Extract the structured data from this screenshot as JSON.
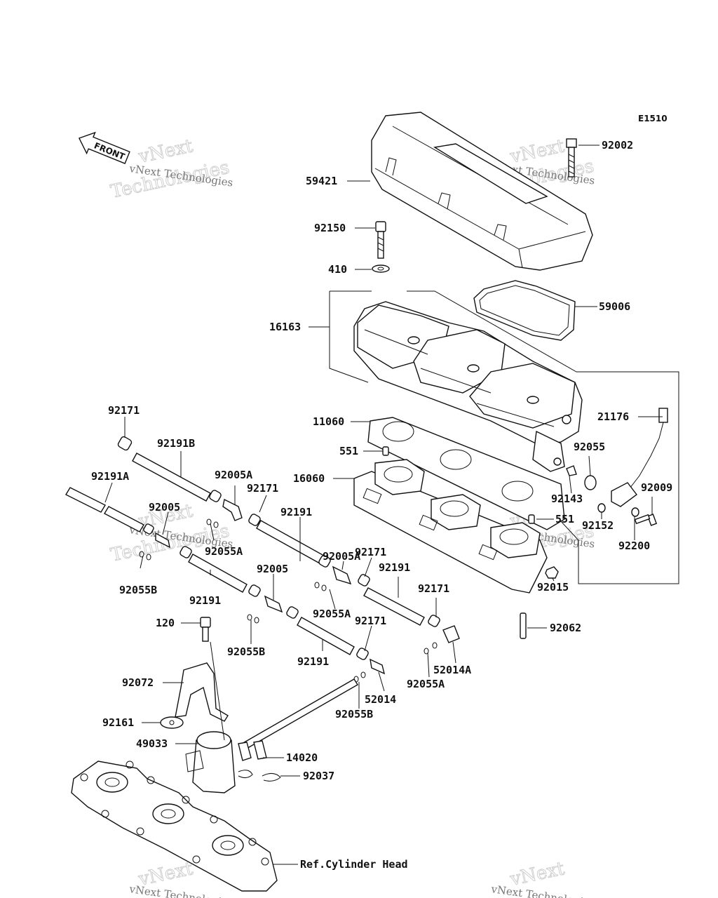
{
  "diagram_code": "E1510",
  "front_label": "FRONT",
  "watermark": {
    "line1": "vNext",
    "line2": "Technologies",
    "small": "vNext Technologies"
  },
  "reference_label": "Ref.Cylinder Head",
  "parts": [
    "92002",
    "59421",
    "92150",
    "410",
    "59006",
    "16163",
    "11060",
    "21176",
    "551",
    "551",
    "16060",
    "92171",
    "92191B",
    "92191A",
    "92005A",
    "92171",
    "92005",
    "92055A",
    "92191",
    "92055B",
    "92005A",
    "92171",
    "92191",
    "92005",
    "92191",
    "92055A",
    "92055B",
    "92171",
    "92191",
    "92171",
    "52014A",
    "52014",
    "92055A",
    "92055B",
    "92055",
    "92009",
    "92143",
    "92152",
    "92200",
    "92015",
    "92062",
    "120",
    "92072",
    "92161",
    "49033",
    "14020",
    "92037"
  ]
}
